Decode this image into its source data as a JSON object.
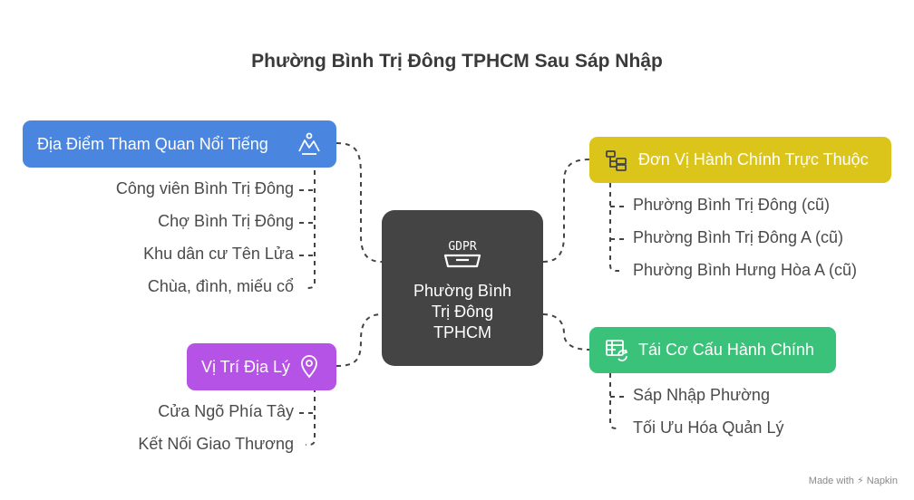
{
  "title": "Phường Bình Trị Đông TPHCM Sau Sáp Nhập",
  "center": {
    "icon_text": "GDPR",
    "label": "Phường Bình\nTrị Đông\nTPHCM",
    "color": "#444444"
  },
  "branches": [
    {
      "id": "landmarks",
      "label": "Địa Điểm Tham Quan Nổi Tiếng",
      "color": "#4a86e0",
      "icon": "hiking-map-icon",
      "items": [
        "Công viên Bình Trị Đông",
        "Chợ Bình Trị Đông",
        "Khu dân cư Tên Lửa",
        "Chùa, đình, miếu cổ"
      ]
    },
    {
      "id": "location",
      "label": "Vị Trí Địa Lý",
      "color": "#b553e6",
      "icon": "map-pin-icon",
      "items": [
        "Cửa Ngõ Phía Tây",
        "Kết Nối Giao Thương"
      ]
    },
    {
      "id": "admin-units",
      "label": "Đơn Vị Hành Chính Trực Thuộc",
      "color": "#dcc51a",
      "icon": "hierarchy-icon",
      "items": [
        "Phường Bình Trị Đông (cũ)",
        "Phường Bình Trị Đông A (cũ)",
        "Phường Bình Hưng Hòa A (cũ)"
      ]
    },
    {
      "id": "restructure",
      "label": "Tái Cơ Cấu Hành Chính",
      "color": "#3ac27a",
      "icon": "table-refresh-icon",
      "items": [
        "Sáp Nhập Phường",
        "Tối Ưu Hóa Quản Lý"
      ]
    }
  ],
  "watermark": "Made with ⚡ Napkin"
}
